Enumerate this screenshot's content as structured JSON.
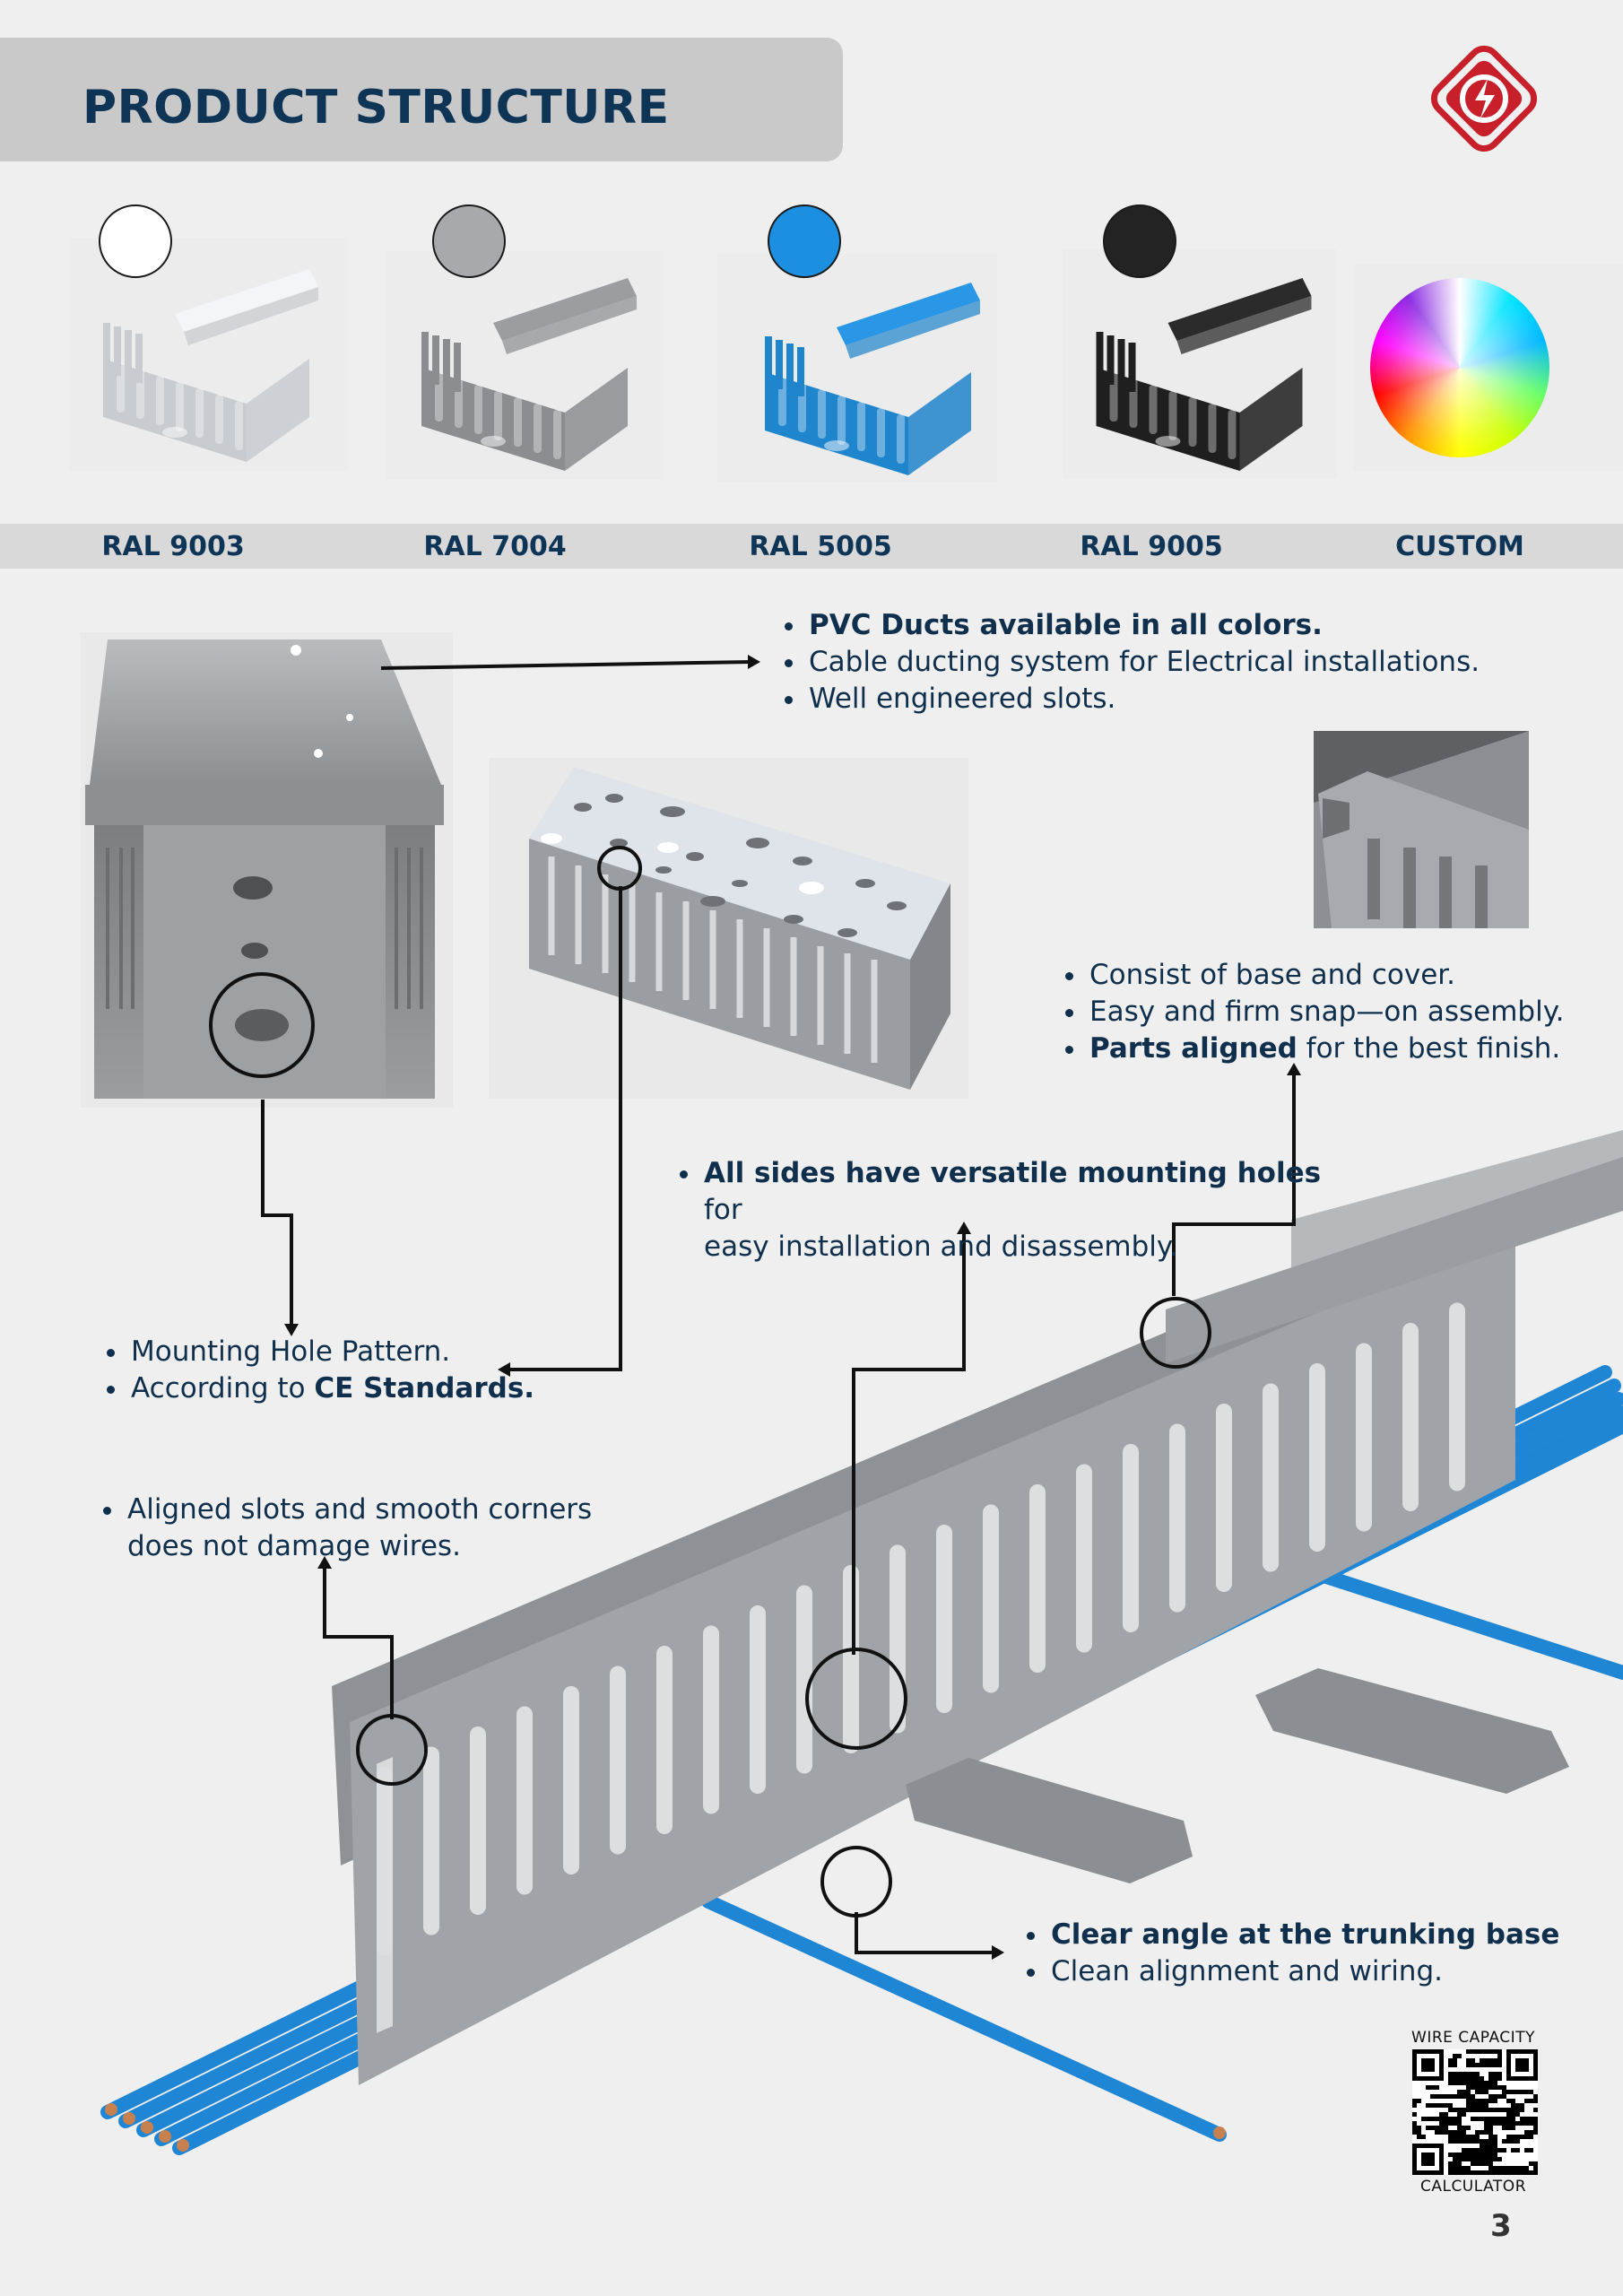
{
  "header": {
    "title": "PRODUCT STRUCTURE",
    "logo_icon": "brand-diamond-logo-icon"
  },
  "color_variants": [
    {
      "label": "RAL 9003",
      "swatch": "#ffffff",
      "body": "#c8cbd0",
      "cover": "#f3f5f8"
    },
    {
      "label": "RAL 7004",
      "swatch": "#a7a9ac",
      "body": "#8b8d90",
      "cover": "#9b9da0"
    },
    {
      "label": "RAL 5005",
      "swatch": "#1c8fe0",
      "body": "#1f85cc",
      "cover": "#2a97e6"
    },
    {
      "label": "RAL 9005",
      "swatch": "#232323",
      "body": "#1f1f20",
      "cover": "#2b2b2c"
    },
    {
      "label": "CUSTOM",
      "swatch": "color-wheel"
    }
  ],
  "callouts": {
    "colors": {
      "items": [
        {
          "bold": "PVC Ducts available in all colors.",
          "text": ""
        },
        {
          "bold": "",
          "text": "Cable ducting system for Electrical installations."
        },
        {
          "bold": "",
          "text": "Well engineered slots."
        }
      ]
    },
    "assembly": {
      "items": [
        {
          "bold": "",
          "text": "Consist of base and cover."
        },
        {
          "bold": "",
          "text": "Easy and firm snap—on assembly."
        },
        {
          "bold": "Parts aligned",
          "text": " for the best finish."
        }
      ]
    },
    "mounting_sides": {
      "bold": "All sides have versatile mounting holes",
      "text": " for",
      "line2": "easy installation and disassembly."
    },
    "hole_pattern": {
      "line1": "Mounting Hole Pattern.",
      "line2_prefix": "According to ",
      "line2_bold": "CE Standards."
    },
    "slots": {
      "line1": "Aligned slots and smooth corners",
      "line2": "does not damage wires."
    },
    "base": {
      "bold": "Clear angle at the trunking base",
      "line2": "Clean alignment and wiring."
    }
  },
  "qr": {
    "top_caption": "WIRE CAPACITY",
    "bottom_caption": "CALCULATOR"
  },
  "page_number": "3",
  "colors": {
    "title": "#0f3556",
    "duct_grey": "#8e9194",
    "wire_blue": "#1f86d6",
    "logo_red": "#c8202a"
  }
}
